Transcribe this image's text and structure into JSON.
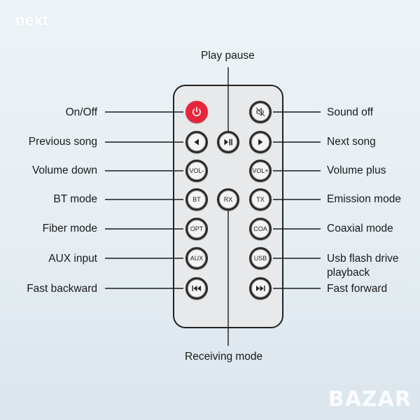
{
  "watermarks": {
    "top_left": "next",
    "bottom_right": "BAZAR"
  },
  "labels": {
    "play_pause": "Play pause",
    "on_off": "On/Off",
    "sound_off": "Sound off",
    "previous_song": "Previous song",
    "next_song": "Next song",
    "volume_down": "Volume down",
    "volume_plus": "Volume plus",
    "bt_mode": "BT mode",
    "emission_mode": "Emission mode",
    "fiber_mode": "Fiber mode",
    "coaxial_mode": "Coaxial mode",
    "aux_input": "AUX input",
    "usb_line1": "Usb flash drive",
    "usb_line2": "playback",
    "fast_backward": "Fast backward",
    "fast_forward": "Fast forward",
    "receiving_mode": "Receiving mode"
  },
  "buttons": {
    "vol_minus": "VOL-",
    "vol_plus": "VOL+",
    "bt": "BT",
    "rx": "RX",
    "tx": "TX",
    "opt": "OPT",
    "coa": "COA",
    "aux": "AUX",
    "usb": "USB"
  },
  "colors": {
    "power": "#e8263a",
    "button_ring": "#2b2b2b",
    "background": "#e6eef3"
  }
}
